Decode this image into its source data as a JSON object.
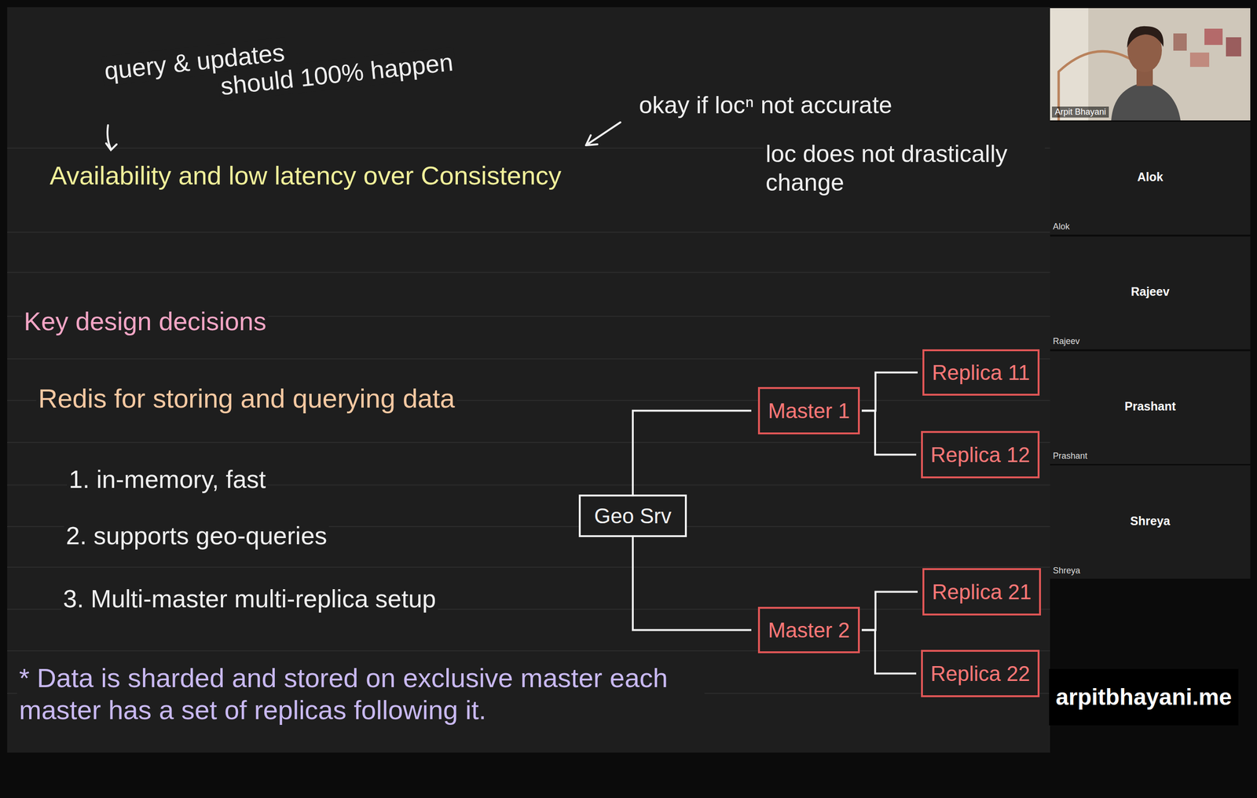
{
  "diagram": {
    "nodes": [
      {
        "text": [
          "Geo Srv"
        ]
      },
      {
        "text": [
          "Master 1"
        ]
      },
      {
        "text": [
          "Replica 11"
        ]
      },
      {
        "text": [
          "Replica 12"
        ]
      },
      {
        "text": [
          "Master 2"
        ]
      },
      {
        "text": [
          "Replica 21"
        ]
      },
      {
        "text": [
          "Replica 22"
        ]
      },
      {
        "text": [
          "Arpit Bhayani"
        ]
      },
      {
        "text": [
          "Alok",
          "Alok"
        ]
      },
      {
        "text": [
          "Rajeev",
          "Rajeev"
        ]
      },
      {
        "text": [
          "Prashant",
          "Prashant"
        ]
      },
      {
        "text": [
          "Shreya",
          "Shreya"
        ]
      }
    ],
    "edges": [
      {
        "from": 0,
        "to": 1,
        "arrow": "none"
      },
      {
        "from": 0,
        "to": 4,
        "arrow": "none"
      },
      {
        "from": 1,
        "to": 2,
        "arrow": "none"
      },
      {
        "from": 1,
        "to": 3,
        "arrow": "none"
      },
      {
        "from": 4,
        "to": 5,
        "arrow": "none"
      },
      {
        "from": 4,
        "to": 6,
        "arrow": "none"
      }
    ],
    "labels": [
      "query & updates",
      "should 100% happen",
      "Availability and low latency over Consistency",
      "okay if locⁿ not accurate",
      "loc does not drastically change",
      "Key design decisions",
      "Redis for storing and querying data",
      "1. in-memory, fast",
      "2. supports geo-queries",
      "3. Multi-master multi-replica setup",
      "* Data is sharded and stored on exclusive master each master has a set of replicas following it.",
      "arpitbhayani.me"
    ]
  }
}
